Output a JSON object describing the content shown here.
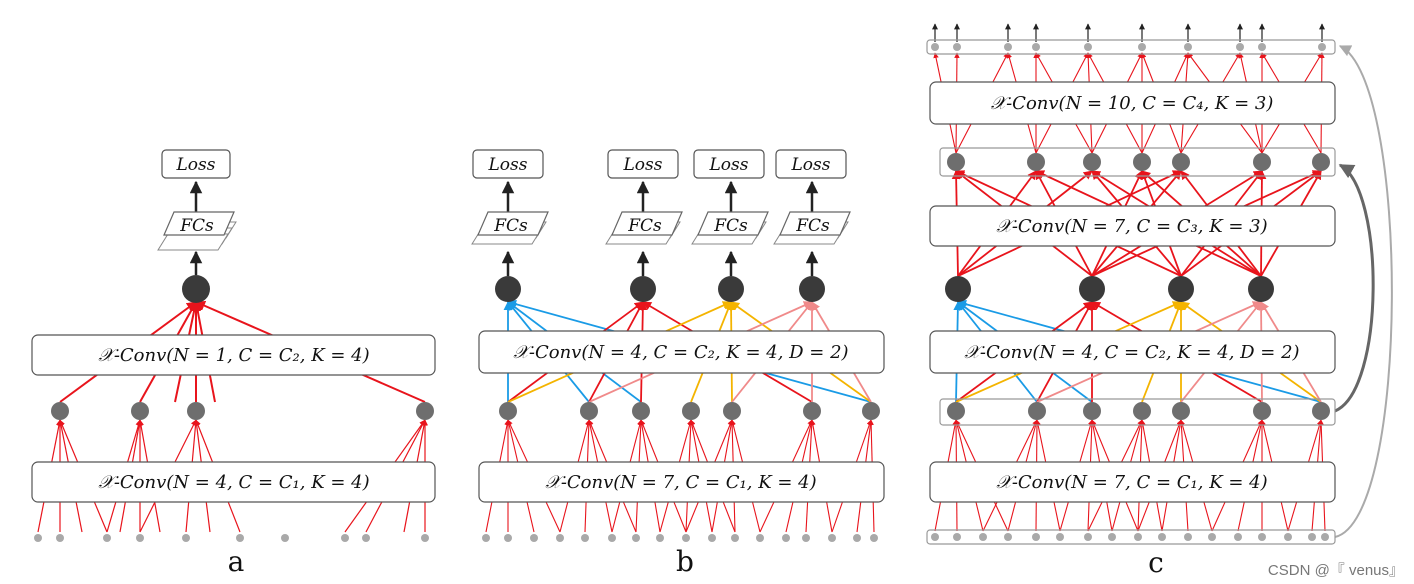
{
  "colors": {
    "red": "#e8141c",
    "blue": "#1a9be6",
    "yellow": "#f4b400",
    "pink": "#f08a8a",
    "node_small": "#6e6e6e",
    "node_big": "#3a3a3a",
    "input_point": "#a9a9a9",
    "arrow_dark": "#222222",
    "skip_link": "#aaaaaa",
    "skip_link_dark": "#666666"
  },
  "common": {
    "loss": "Loss",
    "fcs": "FCs"
  },
  "panels": [
    {
      "letter": "a",
      "conv1": "𝒳-Conv(N = 4, C = C₁, K = 4)",
      "conv2": "𝒳-Conv(N = 1, C = C₂, K = 4)"
    },
    {
      "letter": "b",
      "conv1": "𝒳-Conv(N = 7, C = C₁, K = 4)",
      "conv2": "𝒳-Conv(N = 4, C = C₂, K = 4, D = 2)"
    },
    {
      "letter": "c",
      "conv1": "𝒳-Conv(N = 7, C = C₁, K = 4)",
      "conv2": "𝒳-Conv(N = 4, C = C₂, K = 4, D = 2)",
      "conv3": "𝒳-Conv(N = 7, C = C₃, K = 3)",
      "conv4": "𝒳-Conv(N = 10, C = C₄, K = 3)"
    }
  ],
  "watermark": "CSDN @『 venus』"
}
